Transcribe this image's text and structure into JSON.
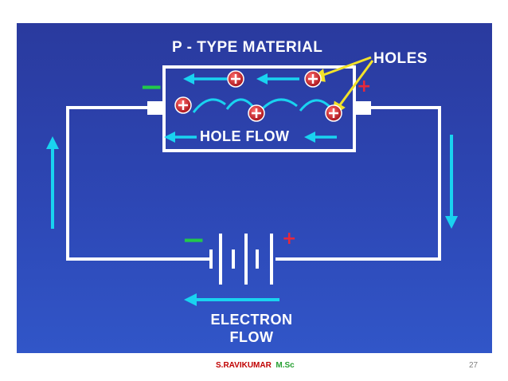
{
  "diagram": {
    "material_label": "P - TYPE MATERIAL",
    "holes_label": "HOLES",
    "hole_flow_label": "HOLE FLOW",
    "electron_flow_line1": "ELECTRON",
    "electron_flow_line2": "FLOW",
    "negative_sign": "−",
    "positive_sign": "+",
    "colors": {
      "background": "#2d45b3",
      "wire": "#ffffff",
      "arrow": "#19d3f0",
      "holes_pointer": "#f2e22a",
      "negative": "#22c84a",
      "positive": "#e8283a"
    }
  },
  "footer": {
    "author": "S.RAVIKUMAR",
    "degree": "M.Sc",
    "page_number": "27"
  }
}
